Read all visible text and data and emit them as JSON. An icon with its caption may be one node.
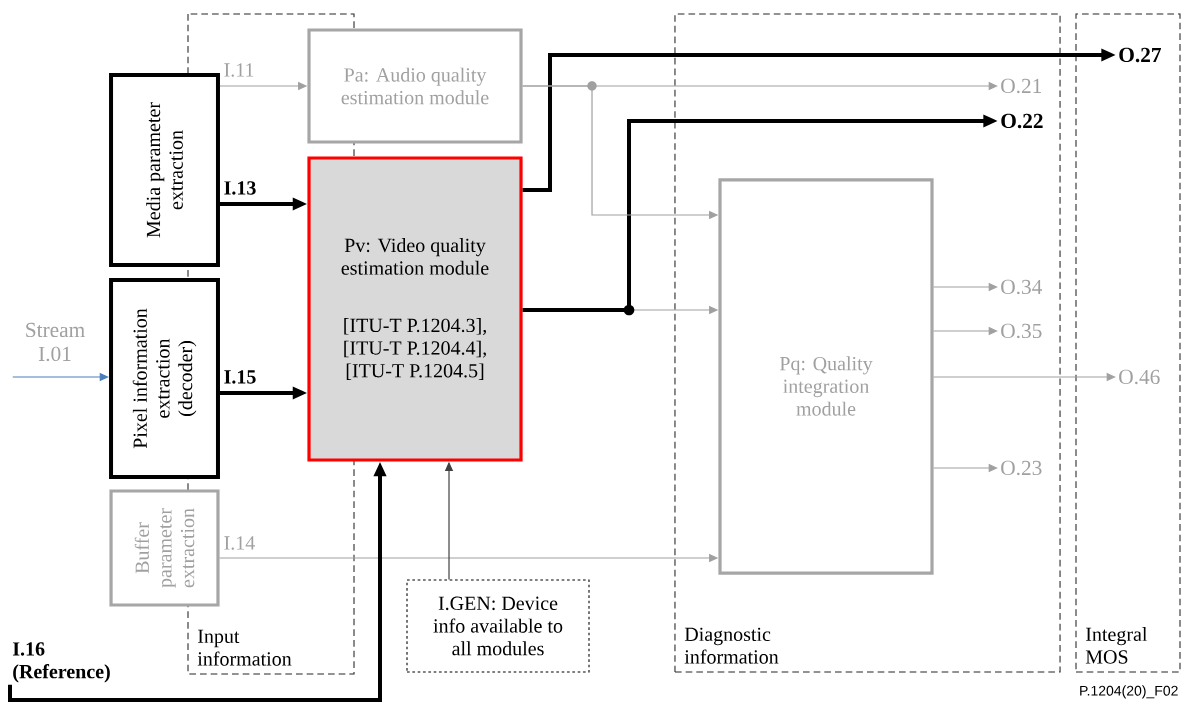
{
  "diagram": {
    "nodes": [
      {
        "text": [
          "Media parameter extraction"
        ]
      },
      {
        "text": [
          "Pixel information extraction (decoder)"
        ]
      },
      {
        "text": [
          "Buffer parameter extraction"
        ]
      },
      {
        "text": [
          "Pa: Audio quality estimation module"
        ]
      },
      {
        "text": [
          "Pv: Video quality estimation module",
          "[ITU-T P.1204.3], [ITU-T P.1204.4], [ITU-T P.1204.5]"
        ]
      },
      {
        "text": [
          "Stream I.01"
        ]
      },
      {
        "text": [
          "I.16 (Reference)"
        ]
      },
      {
        "text": [
          "I.GEN: Device info available to all modules"
        ]
      },
      {
        "text": [
          "Diagnostic information"
        ]
      },
      {
        "text": [
          "Pq: Quality integration module"
        ],
        "in": 8
      },
      {
        "text": [
          "Integral MOS"
        ]
      },
      {
        "text": [
          "O.27"
        ],
        "in": 10
      },
      {
        "text": [
          "O.21"
        ],
        "in": 8
      },
      {
        "text": [
          "O.22"
        ],
        "in": 8
      },
      {
        "text": [
          "O.34"
        ],
        "in": 8
      },
      {
        "text": [
          "O.35"
        ],
        "in": 8
      },
      {
        "text": [
          "O.46"
        ],
        "in": 10
      },
      {
        "text": [
          "O.23"
        ],
        "in": 8
      }
    ],
    "edges": [
      {
        "from": 0,
        "to": 3,
        "arrow": "to",
        "label": "I.11"
      },
      {
        "from": 0,
        "to": 4,
        "arrow": "to",
        "label": "I.13",
        "style": "thick",
        "color": "#000000"
      },
      {
        "from": 1,
        "to": 4,
        "arrow": "to",
        "label": "I.15",
        "style": "thick",
        "color": "#000000"
      },
      {
        "from": 2,
        "to": 9,
        "arrow": "to",
        "label": "I.14"
      },
      {
        "from": 5,
        "to": 1,
        "arrow": "to",
        "color": "#4a7ebb"
      },
      {
        "from": 6,
        "to": 4,
        "arrow": "to",
        "style": "thick",
        "color": "#000000"
      },
      {
        "from": 7,
        "to": 4,
        "arrow": "to",
        "color": "#404040"
      },
      {
        "from": 4,
        "to": 11,
        "arrow": "to",
        "style": "thick",
        "color": "#000000"
      },
      {
        "from": 4,
        "to": 9,
        "arrow": "to"
      },
      {
        "from": 4,
        "to": 13,
        "arrow": "to",
        "style": "thick",
        "color": "#000000"
      },
      {
        "from": 3,
        "to": 12,
        "arrow": "to"
      },
      {
        "from": 3,
        "to": 9,
        "arrow": "to"
      },
      {
        "from": 9,
        "to": 14,
        "arrow": "to"
      },
      {
        "from": 9,
        "to": 15,
        "arrow": "to"
      },
      {
        "from": 9,
        "to": 16,
        "arrow": "to"
      },
      {
        "from": 9,
        "to": 17,
        "arrow": "to"
      }
    ],
    "labels": [
      "Input information",
      "P.1204(20)_F02"
    ]
  }
}
